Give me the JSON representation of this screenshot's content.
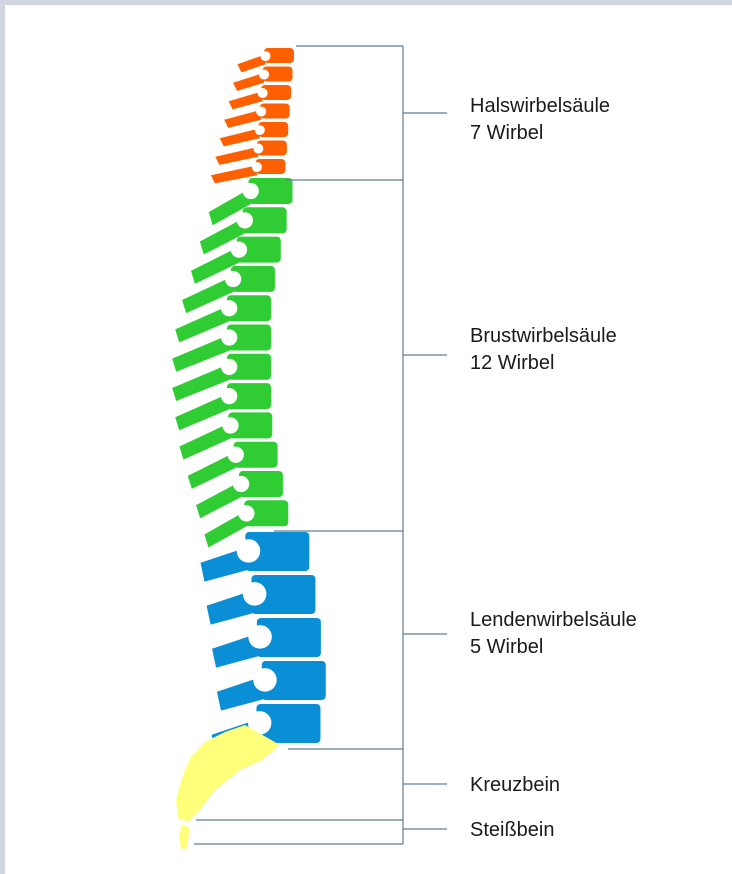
{
  "colors": {
    "cervical": "#fe5f00",
    "thoracic": "#2fcd33",
    "lumbar": "#0a8ed6",
    "sacrum": "#ffff7a",
    "bracket_line": "#5f7d95",
    "frame": "#cfd6e2"
  },
  "regions": [
    {
      "key": "cervical",
      "name": "Halswirbelsäule",
      "count": "7 Wirbel"
    },
    {
      "key": "thoracic",
      "name": "Brustwirbelsäule",
      "count": "12 Wirbel"
    },
    {
      "key": "lumbar",
      "name": "Lendenwirbelsäule",
      "count": "5 Wirbel"
    },
    {
      "key": "sacrum",
      "name": "Kreuzbein",
      "count": ""
    },
    {
      "key": "coccyx",
      "name": "Steißbein",
      "count": ""
    }
  ]
}
